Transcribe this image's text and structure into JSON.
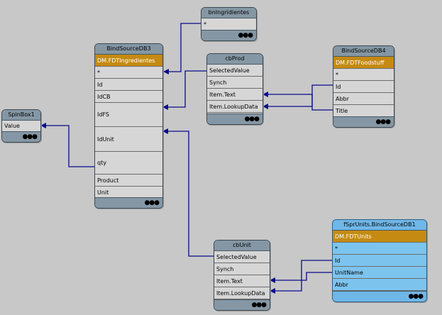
{
  "nodes": {
    "spinbox1": {
      "title": "SpinBox1",
      "rows": [
        "Value"
      ]
    },
    "bindsourcedb3": {
      "title": "BindSourceDB3",
      "dataset": "DM.FDTIngredientes",
      "rows": [
        "*",
        "Id",
        "IdCB",
        "IdFS",
        "IdUnit",
        "qty",
        "Product",
        "Unit"
      ]
    },
    "bningridientes": {
      "title": "bnIngridientes",
      "rows": [
        "*"
      ]
    },
    "cbprod": {
      "title": "cbProd",
      "rows": [
        "SelectedValue",
        "Synch",
        "Item.Text",
        "Item.LookupData"
      ]
    },
    "bindsourcedb4": {
      "title": "BindSourceDB4",
      "dataset": "DM.FDTFoodstuff",
      "rows": [
        "*",
        "Id",
        "Abbr",
        "Title"
      ]
    },
    "cbunit": {
      "title": "cbUnit",
      "rows": [
        "SelectedValue",
        "Synch",
        "Item.Text",
        "Item.LookupData"
      ]
    },
    "fsprunits": {
      "title": "fSprUnits.BindSourceDB1",
      "dataset": "DM.FDTUnits",
      "rows": [
        "*",
        "Id",
        "UnitName",
        "Abbr"
      ]
    }
  },
  "footer_glyph": "●●●",
  "colors": {
    "background": "#c8c8c8",
    "link": "#0a0a8c",
    "header": "#8597a4",
    "dataset": "#c58a12",
    "blue_node": "#7cc4ee"
  }
}
